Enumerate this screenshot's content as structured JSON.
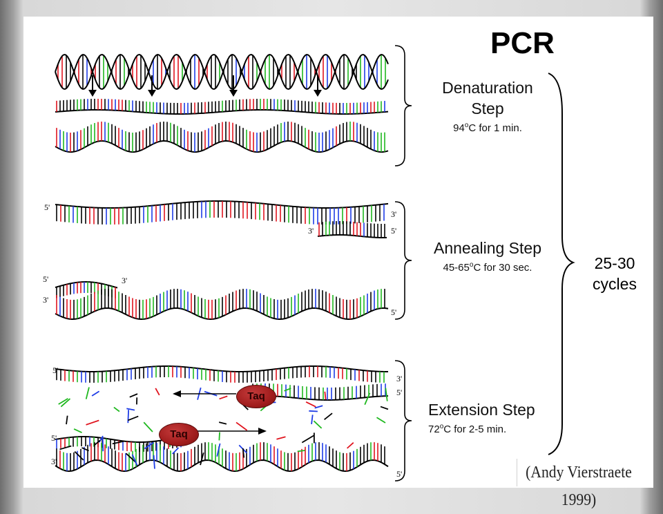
{
  "title": "PCR",
  "steps": [
    {
      "name": "Denaturation",
      "word": "Step",
      "temp": "94",
      "deg": "o",
      "time": "C for 1 min."
    },
    {
      "title": "Annealing Step",
      "temp": "45-65",
      "deg": "o",
      "time": "C for 30 sec."
    },
    {
      "title": "Extension Step",
      "temp": "72",
      "deg": "o",
      "time": "C for 2-5 min."
    }
  ],
  "cycles": {
    "count": "25-30",
    "word": "cycles"
  },
  "strand_ends": {
    "five": "5'",
    "three": "3'"
  },
  "enzyme": "Taq",
  "credit": "(Andy Vierstraete 1999)",
  "colors": {
    "strand": "#000000",
    "base_black": "#000000",
    "base_red": "#e0141e",
    "base_green": "#1fb81f",
    "base_blue": "#1e3ce6",
    "taq": "#a11d1d"
  }
}
